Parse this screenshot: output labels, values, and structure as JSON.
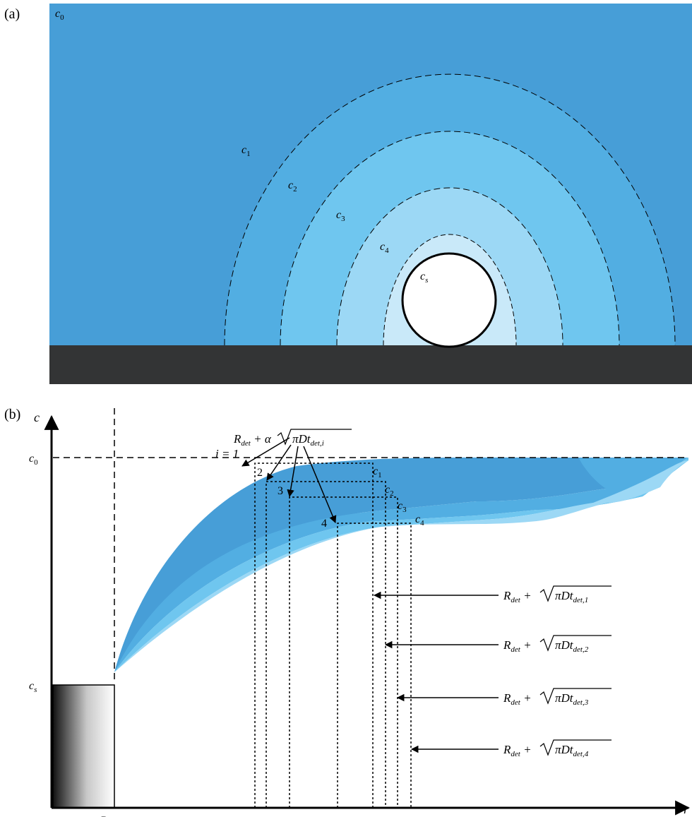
{
  "panel_a": {
    "panel_label": "(a)",
    "outer_label": "c",
    "outer_sub": "0",
    "zone_labels": [
      {
        "base": "c",
        "sub": "1"
      },
      {
        "base": "c",
        "sub": "2"
      },
      {
        "base": "c",
        "sub": "3"
      },
      {
        "base": "c",
        "sub": "4"
      },
      {
        "base": "c",
        "sub": "s"
      }
    ],
    "colors": {
      "c0": "#479ed7",
      "c1": "#52aee2",
      "c2": "#6fc6ef",
      "c3": "#9cd8f5",
      "c4": "#c9e9f9",
      "bubble": "#ffffff",
      "substrate": "#333435"
    }
  },
  "panel_b": {
    "panel_label": "(b)",
    "y_axis_label": "c",
    "x_axis_label": "r",
    "c0_tick": {
      "base": "c",
      "sub": "0"
    },
    "cs_tick": {
      "base": "c",
      "sub": "s"
    },
    "rdet_tick": {
      "base": "R",
      "sub": "det"
    },
    "top_formula": {
      "lead": "R",
      "lead_sub": "det",
      "plus": " + α",
      "root_body": "πDt",
      "root_sub": "det,i"
    },
    "index_label": "i = 1",
    "curve_indices": [
      "2",
      "3",
      "4"
    ],
    "curve_labels": [
      {
        "base": "c",
        "sub": "1"
      },
      {
        "base": "c",
        "sub": "2"
      },
      {
        "base": "c",
        "sub": "3"
      },
      {
        "base": "c",
        "sub": "4"
      }
    ],
    "arrow_formulas": [
      {
        "lead": "R",
        "lead_sub": "det",
        "plus": " + ",
        "root_body": "πDt",
        "root_sub": "det,1"
      },
      {
        "lead": "R",
        "lead_sub": "det",
        "plus": " + ",
        "root_body": "πDt",
        "root_sub": "det,2"
      },
      {
        "lead": "R",
        "lead_sub": "det",
        "plus": " + ",
        "root_body": "πDt",
        "root_sub": "det,3"
      },
      {
        "lead": "R",
        "lead_sub": "det",
        "plus": " + ",
        "root_body": "πDt",
        "root_sub": "det,4"
      }
    ],
    "colors": {
      "band1": "#479ed7",
      "band2": "#52aee2",
      "band3": "#6fc6ef",
      "band4": "#9cd8f5"
    }
  }
}
